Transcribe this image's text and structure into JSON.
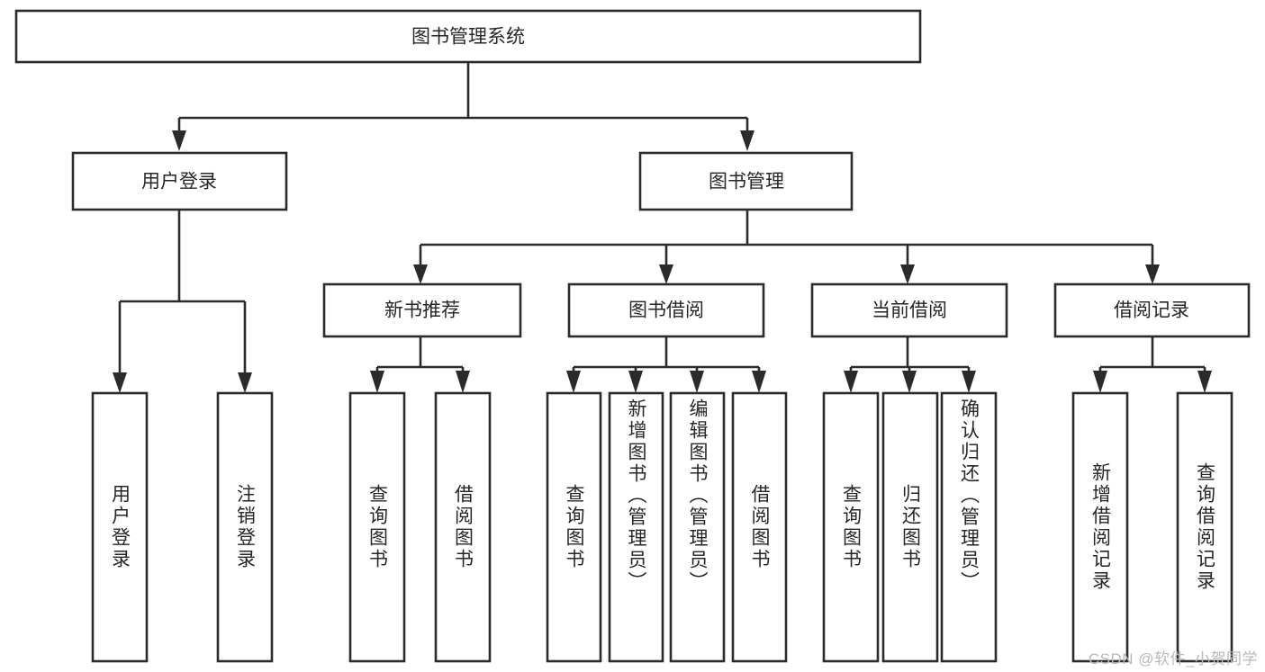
{
  "diagram": {
    "type": "tree-hierarchy",
    "title": "图书管理系统",
    "root": {
      "id": "root",
      "label": "图书管理系统"
    },
    "level2": [
      {
        "id": "user-login",
        "label": "用户登录"
      },
      {
        "id": "book-manage",
        "label": "图书管理"
      }
    ],
    "level3": [
      {
        "id": "new-book-rec",
        "label": "新书推荐",
        "parent": "book-manage"
      },
      {
        "id": "book-borrow",
        "label": "图书借阅",
        "parent": "book-manage"
      },
      {
        "id": "current-borrow",
        "label": "当前借阅",
        "parent": "book-manage"
      },
      {
        "id": "borrow-record",
        "label": "借阅记录",
        "parent": "book-manage"
      }
    ],
    "leaves": {
      "user-login": [
        {
          "id": "leaf-user-login",
          "label": "用户登录"
        },
        {
          "id": "leaf-user-logout",
          "label": "注销登录"
        }
      ],
      "new-book-rec": [
        {
          "id": "leaf-query-book-1",
          "label": "查询图书"
        },
        {
          "id": "leaf-borrow-book-1",
          "label": "借阅图书"
        }
      ],
      "book-borrow": [
        {
          "id": "leaf-query-book-2",
          "label": "查询图书"
        },
        {
          "id": "leaf-add-book",
          "label": "新增图书（管理员）"
        },
        {
          "id": "leaf-edit-book",
          "label": "编辑图书（管理员）"
        },
        {
          "id": "leaf-borrow-book-2",
          "label": "借阅图书"
        }
      ],
      "current-borrow": [
        {
          "id": "leaf-query-book-3",
          "label": "查询图书"
        },
        {
          "id": "leaf-return-book",
          "label": "归还图书"
        },
        {
          "id": "leaf-confirm-return",
          "label": "确认归还（管理员）"
        }
      ],
      "borrow-record": [
        {
          "id": "leaf-add-record",
          "label": "新增借阅记录"
        },
        {
          "id": "leaf-query-record",
          "label": "查询借阅记录"
        }
      ]
    }
  },
  "watermark": {
    "text": "CSDN @软件_小贺同学"
  },
  "colors": {
    "stroke": "#2b2b2b",
    "fill": "#ffffff",
    "text": "#262626",
    "watermark": "#b9b9b9"
  }
}
